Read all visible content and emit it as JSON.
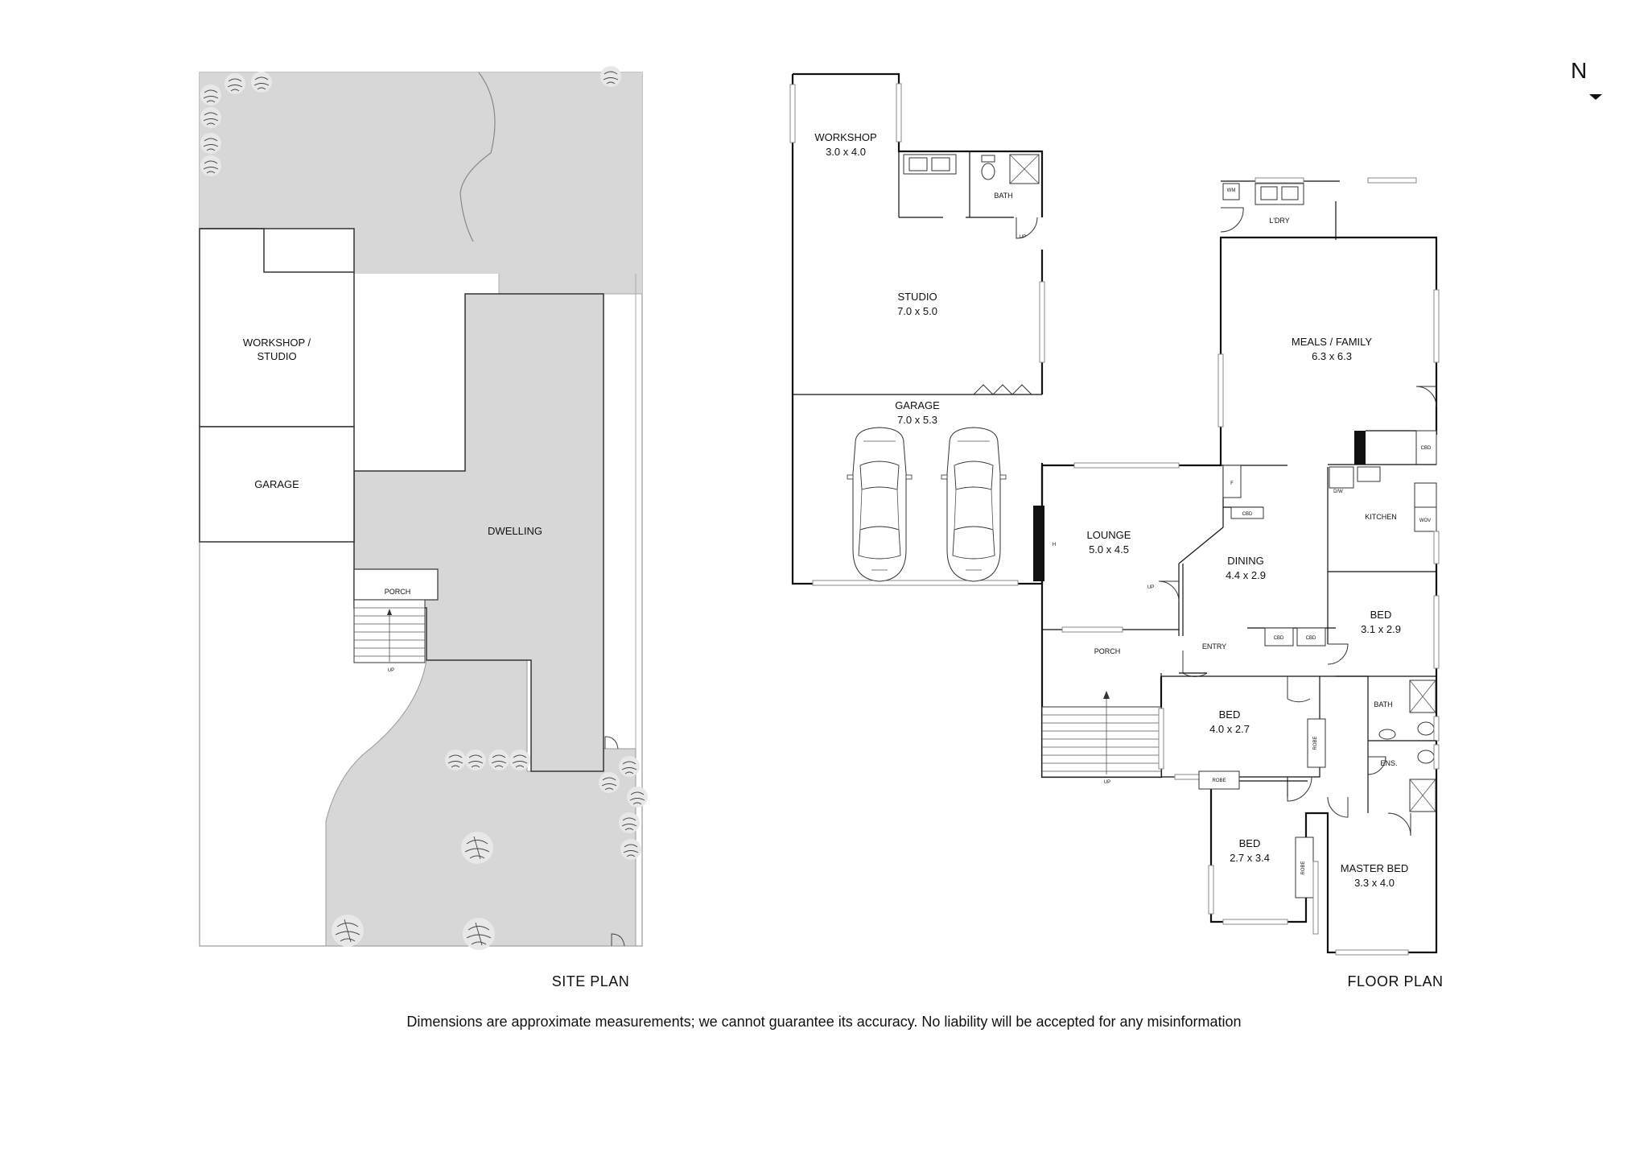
{
  "north": "N",
  "site_plan": {
    "caption": "SITE PLAN",
    "labels": {
      "workshop_line1": "WORKSHOP /",
      "workshop_line2": "STUDIO",
      "garage": "GARAGE",
      "dwelling": "DWELLING",
      "porch": "PORCH",
      "up": "UP"
    }
  },
  "floor_plan": {
    "caption": "FLOOR  PLAN",
    "rooms": {
      "workshop": {
        "name": "WORKSHOP",
        "dims": "3.0 x 4.0"
      },
      "bath_studio": {
        "name": "BATH"
      },
      "studio": {
        "name": "STUDIO",
        "dims": "7.0 x 5.0"
      },
      "garage": {
        "name": "GARAGE",
        "dims": "7.0 x 5.3"
      },
      "lounge": {
        "name": "LOUNGE",
        "dims": "5.0 x 4.5"
      },
      "dining": {
        "name": "DINING",
        "dims": "4.4 x 2.9"
      },
      "meals": {
        "name": "MEALS / FAMILY",
        "dims": "6.3 x 6.3"
      },
      "laundry": {
        "name": "L'DRY"
      },
      "kitchen": {
        "name": "KITCHEN"
      },
      "bed2": {
        "name": "BED",
        "dims": "3.1 x 2.9"
      },
      "bed3": {
        "name": "BED",
        "dims": "4.0 x 2.7"
      },
      "bed4": {
        "name": "BED",
        "dims": "2.7 x 3.4"
      },
      "master": {
        "name": "MASTER BED",
        "dims": "3.3 x 4.0"
      },
      "bath": {
        "name": "BATH"
      },
      "ens": {
        "name": "ENS."
      },
      "porch": {
        "name": "PORCH"
      },
      "entry": {
        "name": "ENTRY"
      }
    },
    "fixtures": {
      "wm": "WM",
      "cbd": "CBD",
      "dw": "D/W",
      "wov": "WOV",
      "f": "F",
      "robe": "ROBE",
      "up": "UP",
      "h": "H"
    }
  },
  "disclaimer": "Dimensions are approximate measurements; we cannot guarantee its accuracy. No liability will be accepted for any misinformation"
}
